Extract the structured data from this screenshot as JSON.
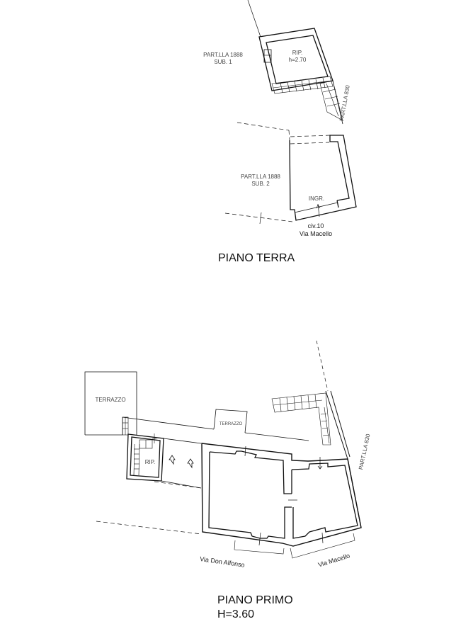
{
  "ground_floor": {
    "title": "PIANO TERRA",
    "parcel_sub1": {
      "line1": "PART.LLA 1888",
      "line2": "SUB. 1"
    },
    "storage": {
      "label": "RIP.",
      "height": "h=2.70"
    },
    "parcel_830": "PART.LLA 830",
    "parcel_sub2": {
      "line1": "PART.LLA 1888",
      "line2": "SUB. 2"
    },
    "entrance": "INGR.",
    "address": {
      "number": "civ.10",
      "street": "Via Macello"
    }
  },
  "first_floor": {
    "title": "PIANO PRIMO",
    "height": "H=3.60",
    "terrace_large": "TERRAZZO",
    "terrace_small": "TERRAZZO",
    "storage": "RIP.",
    "parcel_830": "PART.LLA 830",
    "street_left": "Via Don Alfonso",
    "street_right": "Via Macello"
  }
}
